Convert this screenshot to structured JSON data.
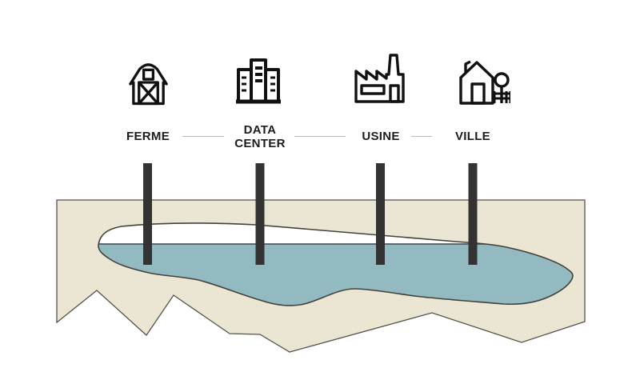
{
  "sites": [
    {
      "label": "FERME",
      "icon": "barn-icon"
    },
    {
      "label": "DATA CENTER",
      "icon": "data-center-icon"
    },
    {
      "label": "USINE",
      "icon": "factory-icon"
    },
    {
      "label": "VILLE",
      "icon": "town-icon"
    }
  ],
  "colors": {
    "ground": "#eae6d3",
    "water": "#92bac0",
    "water_line": "#3a464d",
    "well": "#333333",
    "outline": "#44413b",
    "icon": "#111111",
    "connector": "#bcbcbc"
  }
}
